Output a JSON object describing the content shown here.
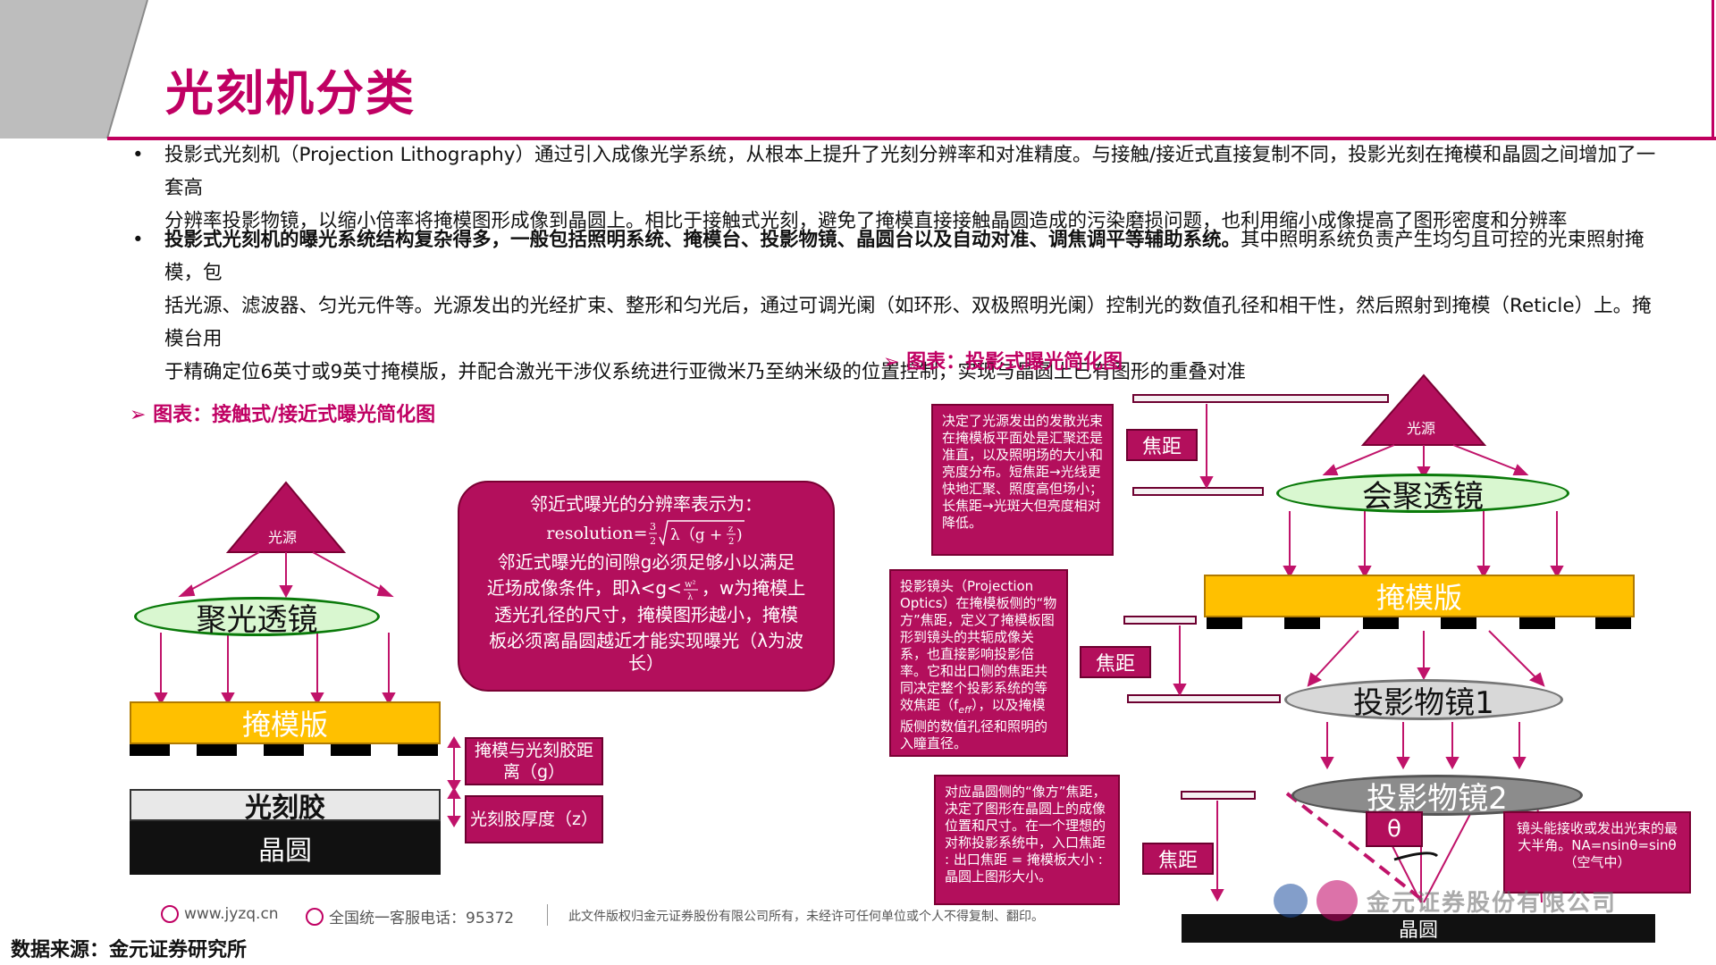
{
  "page": {
    "title": "光刻机分类"
  },
  "paragraphs": {
    "p1_bullet": "•",
    "p1_line1": "投影式光刻机（Projection Lithography）通过引入成像光学系统，从根本上提升了光刻分辨率和对准精度。与接触/接近式直接复制不同，投影光刻在掩模和晶圆之间增加了一套高",
    "p1_line2": "分辨率投影物镜，以缩小倍率将掩模图形成像到晶圆上。相比于接触式光刻，避免了掩模直接接触晶圆造成的污染磨损问题，也利用缩小成像提高了图形密度和分辨率",
    "p2_bullet": "•",
    "p2_bold": "投影式光刻机的曝光系统结构复杂得多，一般包括照明系统、掩模台、投影物镜、晶圆台以及自动对准、调焦调平等辅助系统。",
    "p2_line1_rest": "其中照明系统负责产生均匀且可控的光束照射掩模，包",
    "p2_line2": "括光源、滤波器、匀光元件等。光源发出的光经扩束、整形和匀光后，通过可调光阑（如环形、双极照明光阑）控制光的数值孔径和相干性，然后照射到掩模（Reticle）上。掩模台用",
    "p2_line3": "于精确定位6英寸或9英寸掩模版，并配合激光干涉仪系统进行亚微米乃至纳米级的位置控制，实现与晶圆上已有图形的重叠对准"
  },
  "left_diagram": {
    "section_title": "➢ 图表：接触式/接近式曝光简化图",
    "light_source": "光源",
    "condenser_lens": "聚光透镜",
    "mask": "掩模版",
    "photoresist": "光刻胶",
    "wafer": "晶圆",
    "gap_label": "掩模与光刻胶距离（g）",
    "thickness_label": "光刻胶厚度（z）",
    "formula_box": {
      "line1": "邻近式曝光的分辨率表示为：",
      "formula": "resolution=",
      "line2": "邻近式曝光的间隙g必须足够小以满足",
      "line3": "近场成像条件，即λ<g<",
      "line3b": "，w为掩模上",
      "line4": "透光孔径的尺寸，掩模图形越小，掩模",
      "line5": "板必须离晶圆越近才能实现曝光（λ为波",
      "line6": "长）"
    }
  },
  "right_diagram": {
    "section_title": "➢ 图表：投影式曝光简化图",
    "light_source": "光源",
    "converging_lens": "会聚透镜",
    "mask": "掩模版",
    "objective1": "投影物镜1",
    "objective2": "投影物镜2",
    "wafer": "晶圆",
    "theta": "θ",
    "focal_label_1": "焦距",
    "focal_label_2": "焦距",
    "focal_label_3": "焦距",
    "note1": "决定了光源发出的发散光束在掩模板平面处是汇聚还是准直，以及照明场的大小和亮度分布。短焦距→光线更快地汇聚、照度高但场小；长焦距→光斑大但亮度相对降低。",
    "note2": "投影镜头（Projection Optics）在掩模板侧的“物方”焦距，定义了掩模板图形到镜头的共轭成像关系，也直接影响投影倍率。它和出口侧的焦距共同决定整个投影系统的等效焦距（f",
    "note2_sub": "eff",
    "note2_tail": "），以及掩模版侧的数值孔径和照明的入瞳直径。",
    "note3": "对应晶圆侧的“像方”焦距，决定了图形在晶圆上的成像位置和尺寸。在一个理想的对称投影系统中，入口焦距 : 出口焦距 = 掩模板大小 : 晶圆上图形大小。",
    "note4": "镜头能接收或发出光束的最大半角。NA=nsinθ=sinθ（空气中）"
  },
  "footer": {
    "website": "www.jyzq.cn",
    "hotline": "全国统一客服电话：95372",
    "copyright": "此文件版权归金元证券股份有限公司所有，未经许可任何单位或个人不得复制、翻印。",
    "logo_text": "金元证券股份有限公司",
    "source": "数据来源：金元证券研究所"
  },
  "colors": {
    "accent": "#c00063",
    "box": "#b30f5c",
    "mask_yellow": "#ffc000",
    "lens_green": "#d9f7d0"
  }
}
